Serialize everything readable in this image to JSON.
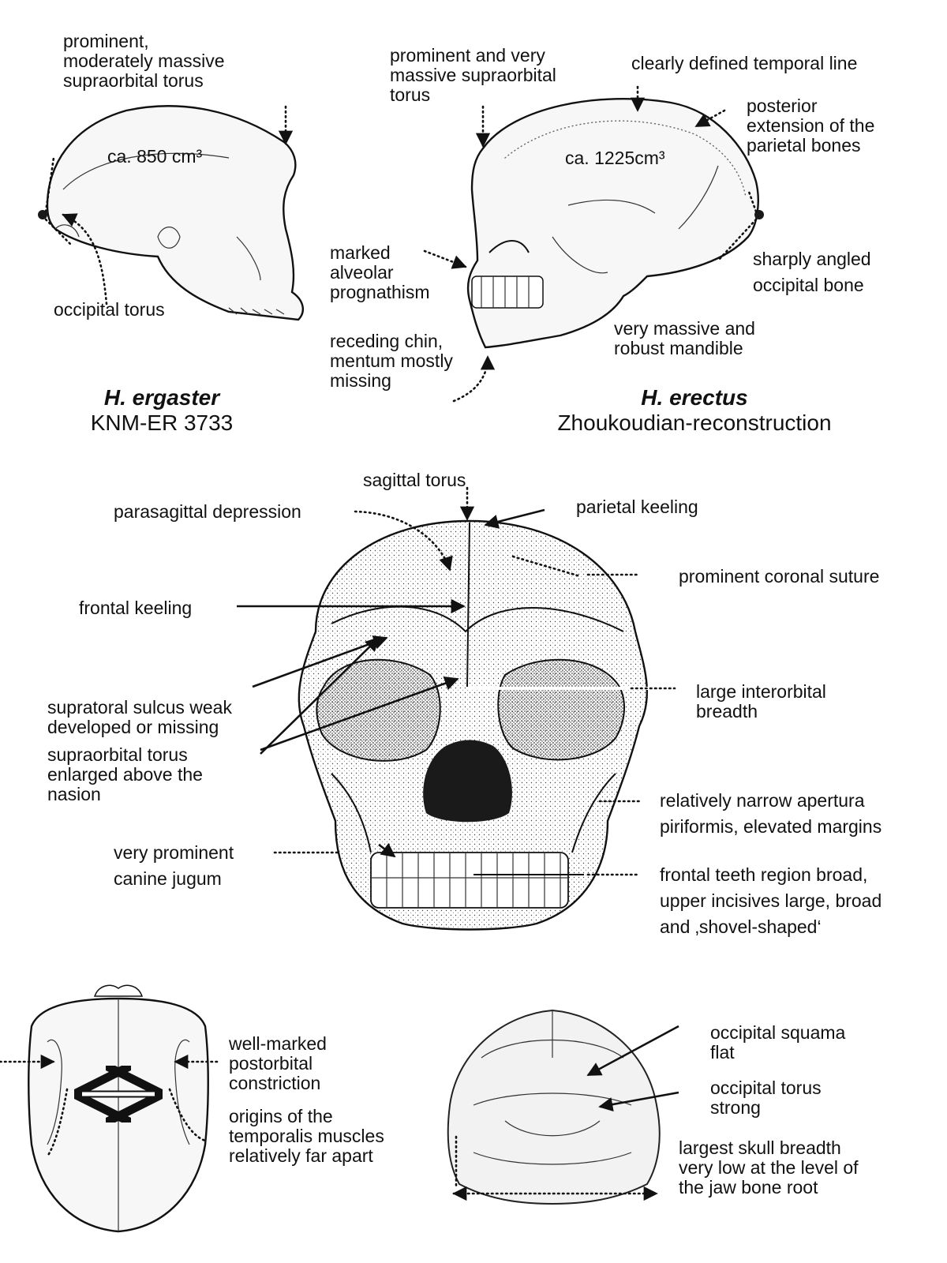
{
  "ergaster": {
    "label_supraorbital": [
      "prominent,",
      "moderately massive",
      "supraorbital torus"
    ],
    "volume": "ca. 850 cm³",
    "label_occipital": "occipital torus",
    "title_species": "H. ergaster",
    "title_specimen": "KNM-ER 3733"
  },
  "erectus": {
    "label_supraorbital": [
      "prominent and very",
      "massive supraorbital",
      "torus"
    ],
    "label_temporal": "clearly defined temporal line",
    "label_parietal": [
      "posterior",
      "extension of the",
      "parietal bones"
    ],
    "volume": "ca. 1225cm³",
    "label_prognathism": [
      "marked",
      "alveolar",
      "prognathism"
    ],
    "label_chin": [
      "receding chin,",
      "mentum mostly",
      "missing"
    ],
    "label_occipital": [
      "sharply angled",
      "occipital bone"
    ],
    "label_mandible": [
      "very massive and",
      "robust mandible"
    ],
    "title_species": "H. erectus",
    "title_specimen": "Zhoukoudian-reconstruction"
  },
  "front": {
    "sagittal_torus": "sagittal torus",
    "parasagittal": "parasagittal depression",
    "parietal_keeling": "parietal keeling",
    "coronal_suture": "prominent coronal suture",
    "frontal_keeling": "frontal keeling",
    "supratoral": [
      "supratoral sulcus weak",
      "developed or missing"
    ],
    "supraorbital": [
      "supraorbital torus",
      "enlarged above the",
      "nasion"
    ],
    "interorbital": [
      "large interorbital",
      "breadth"
    ],
    "apertura": [
      "relatively narrow apertura",
      "piriformis, elevated margins"
    ],
    "canine": [
      "very prominent",
      "canine jugum"
    ],
    "teeth": [
      "frontal teeth region broad,",
      "upper incisives large, broad",
      "and ‚shovel-shaped‘"
    ]
  },
  "top_view": {
    "postorbital": [
      "well-marked",
      "postorbital",
      "constriction"
    ],
    "temporalis": [
      "origins of the",
      "temporalis muscles",
      "relatively  far apart"
    ]
  },
  "back_view": {
    "squama": [
      "occipital squama",
      "flat"
    ],
    "occ_torus": [
      "occipital torus",
      "strong"
    ],
    "breadth": [
      "largest skull breadth",
      "very low at the level of",
      "the jaw bone root"
    ]
  }
}
